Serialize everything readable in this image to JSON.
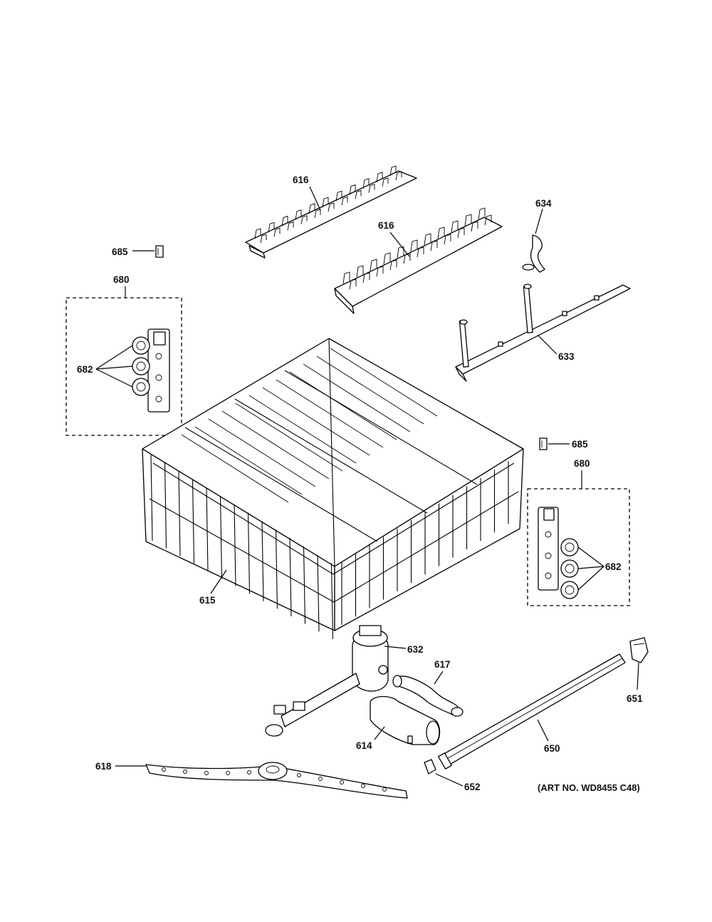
{
  "labels": {
    "p616a": "616",
    "p616b": "616",
    "p634": "634",
    "p633": "633",
    "p685a": "685",
    "p680a": "680",
    "p682a": "682",
    "p685b": "685",
    "p680b": "680",
    "p682b": "682",
    "p615": "615",
    "p632": "632",
    "p617": "617",
    "p651": "651",
    "p614": "614",
    "p650": "650",
    "p618": "618",
    "p652": "652"
  },
  "art_number": "(ART NO. WD8455 C48)"
}
